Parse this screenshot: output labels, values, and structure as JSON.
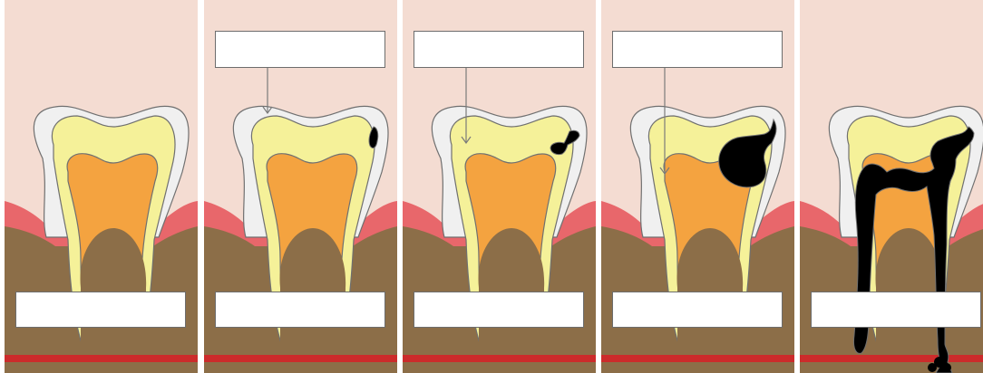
{
  "diagram": {
    "title": "",
    "panels": [
      {
        "stage": 1,
        "top_label": null,
        "bottom_label": "",
        "decay_extent": "none"
      },
      {
        "stage": 2,
        "top_label": "",
        "bottom_label": "",
        "decay_extent": "enamel"
      },
      {
        "stage": 3,
        "top_label": "",
        "bottom_label": "",
        "decay_extent": "dentin"
      },
      {
        "stage": 4,
        "top_label": "",
        "bottom_label": "",
        "decay_extent": "near-pulp"
      },
      {
        "stage": 5,
        "top_label": null,
        "bottom_label": "",
        "decay_extent": "pulp-and-root"
      }
    ]
  },
  "colors": {
    "background": "#f4dcd2",
    "enamel": "#f0f0f0",
    "dentin": "#f5f199",
    "pulp": "#f4a340",
    "gum": "#e8676b",
    "bone": "#8c6e48",
    "nerve_line": "#cc2b2b",
    "decay": "#000000",
    "outline": "#707070",
    "divider": "#ffffff"
  }
}
